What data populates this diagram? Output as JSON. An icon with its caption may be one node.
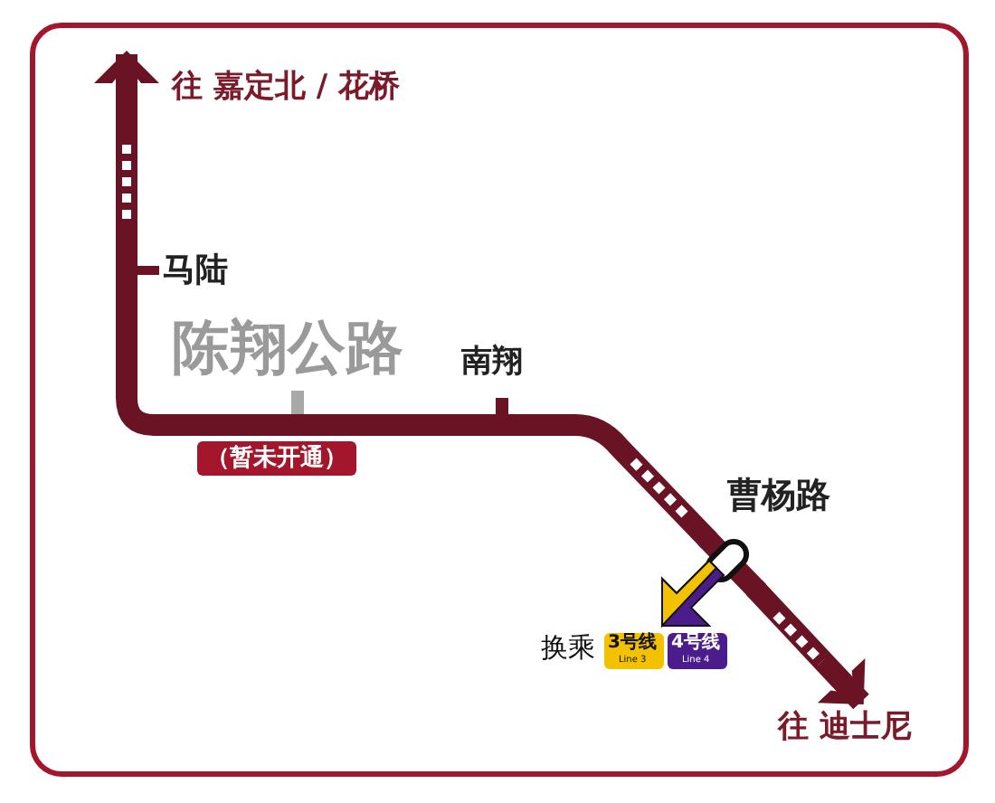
{
  "diagram": {
    "nodes": [
      {
        "text": [
          "往 嘉定北 / 花桥"
        ]
      },
      {
        "text": [
          "马陆"
        ]
      },
      {
        "text": [
          "陈翔公路"
        ],
        "beside": [
          "（暂未开通）"
        ]
      },
      {
        "text": [
          "南翔"
        ]
      },
      {
        "text": [
          "曹杨路"
        ]
      },
      {
        "text": [
          "往 迪士尼"
        ]
      }
    ],
    "edges": [
      {
        "from": 1,
        "to": 0,
        "arrow": "to"
      },
      {
        "from": 1,
        "to": 2,
        "arrow": "none"
      },
      {
        "from": 2,
        "to": 3,
        "arrow": "none"
      },
      {
        "from": 3,
        "to": 4,
        "arrow": "none"
      },
      {
        "from": 4,
        "to": 5,
        "arrow": "to"
      }
    ],
    "labels": [
      "换乘",
      "3号线",
      "Line 3",
      "4号线",
      "Line 4"
    ]
  }
}
